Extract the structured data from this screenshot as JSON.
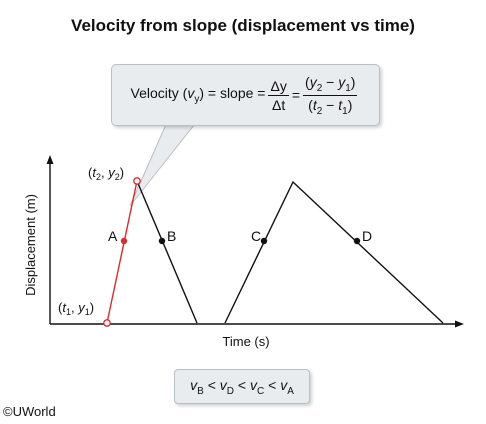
{
  "title": "Velocity from slope (displacement vs time)",
  "axes": {
    "x_label": "Time (s)",
    "y_label": "Displacement (m)"
  },
  "formula": {
    "lhs_prefix": "Velocity (",
    "lhs_var": "v",
    "lhs_sub": "y",
    "lhs_suffix": ") = slope =",
    "frac1_num": "Δy",
    "frac1_den": "Δt",
    "equals": "=",
    "frac2_num": {
      "a": "y",
      "a_sub": "2",
      "op": " − ",
      "b": "y",
      "b_sub": "1"
    },
    "frac2_den": {
      "a": "t",
      "a_sub": "2",
      "op": " − ",
      "b": "t",
      "b_sub": "1"
    }
  },
  "points": {
    "A": "A",
    "B": "B",
    "C": "C",
    "D": "D",
    "start": {
      "t": "t",
      "t_sub": "1",
      "sep": ", ",
      "y": "y",
      "y_sub": "1"
    },
    "end": {
      "t": "t",
      "t_sub": "2",
      "sep": ", ",
      "y": "y",
      "y_sub": "2"
    }
  },
  "result": {
    "v": "v",
    "s1": "B",
    "s2": "D",
    "s3": "C",
    "s4": "A",
    "lt": " < "
  },
  "copyright": "©UWorld",
  "colors": {
    "red": "#e0282e",
    "line": "#111111",
    "box": "#e8ecef"
  }
}
